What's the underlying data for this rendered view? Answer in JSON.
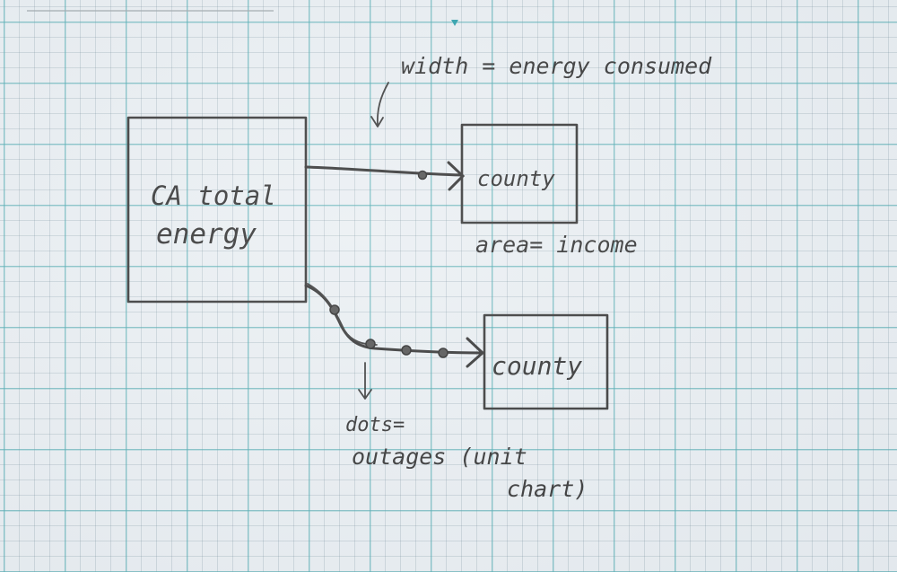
{
  "nodes": {
    "source_label_line1": "CA total",
    "source_label_line2": "energy",
    "county_top_label": "county",
    "county_bottom_label": "county"
  },
  "annotations": {
    "width_note": "width = energy consumed",
    "area_note": "area= income",
    "dots_note_line1": "dots=",
    "dots_note_line2": "outages (unit",
    "dots_note_line3": "chart)"
  },
  "colors": {
    "ink": "#2e2e2e",
    "grid": "#40aab0",
    "paper": "#e9eef2"
  }
}
